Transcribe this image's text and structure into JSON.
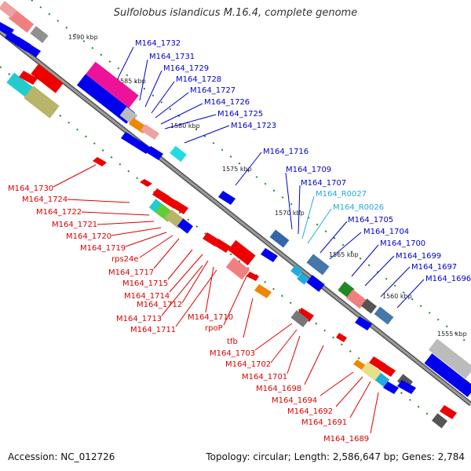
{
  "title": "Sulfolobus islandicus M.16.4, complete genome",
  "footer": {
    "accession": "Accession: NC_012726",
    "summary": "Topology: circular; Length: 2,586,647 bp; Genes: 2,784"
  },
  "colors": {
    "backbone": "#888888",
    "forward_label": "#0000cc",
    "rna_label": "#22aadd",
    "reverse_label": "#dd0000",
    "tick": "#008800"
  },
  "ticks": [
    "1590 kbp",
    "1585 kbp",
    "1580 kbp",
    "1575 kbp",
    "1570 kbp",
    "1565 kbp",
    "1560 kbp",
    "1555 kbp"
  ],
  "labels_forward": [
    "M164_1732",
    "M164_1731",
    "M164_1729",
    "M164_1728",
    "M164_1727",
    "M164_1726",
    "M164_1725",
    "M164_1723",
    "M164_1716",
    "M164_1709",
    "M164_1707",
    "M164_R0027",
    "M164_R0026",
    "M164_1705",
    "M164_1704",
    "M164_1700",
    "M164_1699",
    "M164_1697",
    "M164_1696"
  ],
  "labels_reverse": [
    "M164_1730",
    "M164_1724",
    "M164_1722",
    "M164_1721",
    "M164_1720",
    "M164_1719",
    "rps24e",
    "M164_1717",
    "M164_1715",
    "M164_1714",
    "M164_1712",
    "M164_1713",
    "M164_1710",
    "M164_1711",
    "rpoP",
    "tfb",
    "M164_1703",
    "M164_1702",
    "M164_1701",
    "M164_1698",
    "M164_1694",
    "M164_1692",
    "M164_1691",
    "M164_1689"
  ]
}
